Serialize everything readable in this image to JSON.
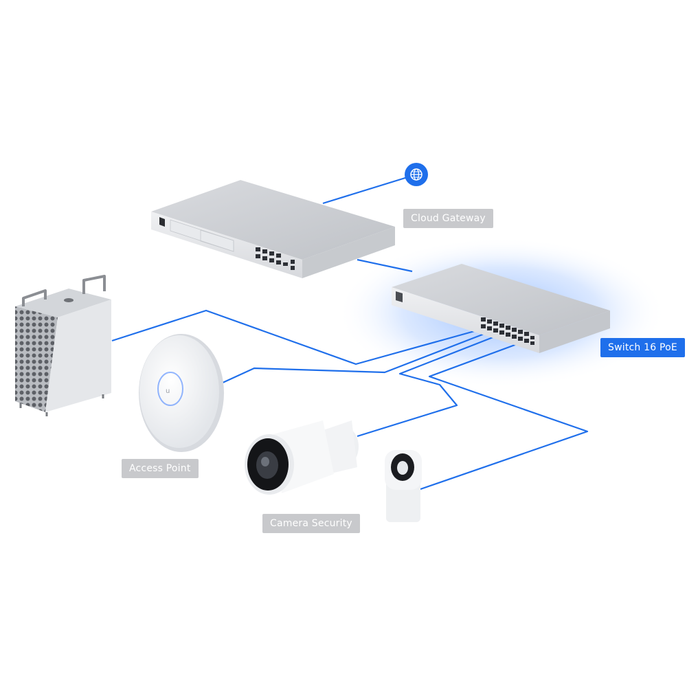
{
  "labels": {
    "cloud_gateway": "Cloud Gateway",
    "switch": "Switch 16 PoE",
    "access_point": "Access Point",
    "camera_security": "Camera Security"
  },
  "colors": {
    "cable": "#1f6feb",
    "active_label": "#1f6feb",
    "inactive_label": "#c8c9cc",
    "device_body": "#e4e6ea",
    "device_top": "#d0d3d8"
  },
  "icons": {
    "internet": "globe-icon"
  },
  "highlighted_device": "switch"
}
